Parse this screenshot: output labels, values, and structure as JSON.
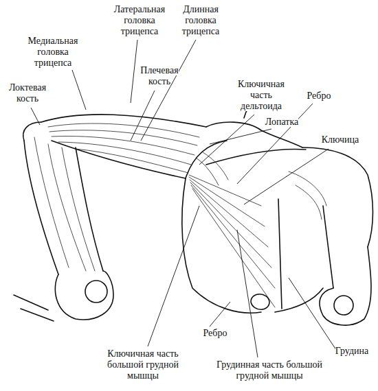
{
  "diagram": {
    "labels": [
      "Латеральная головка трицепса",
      "Длинная головка трицепса",
      "Медиальная головка трицепса",
      "Плечевая кость",
      "Ключичная часть дельтоида",
      "Локтевая кость",
      "Ребро",
      "Лопатка",
      "Ключица",
      "Ребро",
      "Грудина",
      "Ключичная часть большой грудной мышцы",
      "Грудинная часть большой грудной мышцы"
    ]
  }
}
